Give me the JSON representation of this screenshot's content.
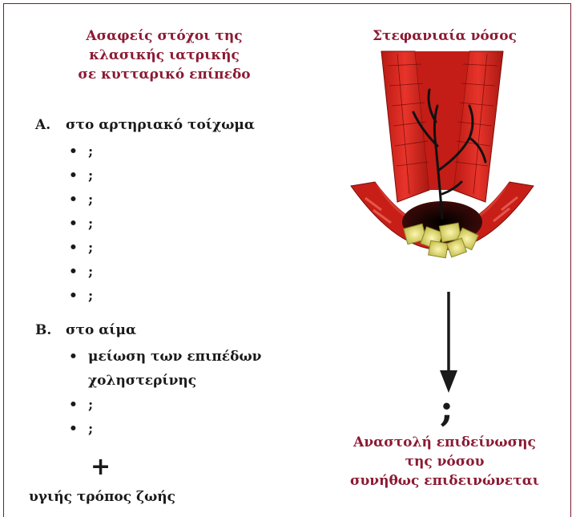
{
  "left_heading": {
    "line1": "Ασαφείς στόχοι της",
    "line2": "κλασικής ιατρικής",
    "line3": "σε κυτταρικό επίπεδο"
  },
  "right_heading": "Στεφανιαία νόσος",
  "section_a": {
    "letter": "Α.",
    "title": "στο αρτηριακό τοίχωμα",
    "bullets": [
      ";",
      ";",
      ";",
      ";",
      ";",
      ";",
      ";"
    ]
  },
  "section_b": {
    "letter": "Β.",
    "title": "στο αίμα",
    "bullets": [
      {
        "line1": "μείωση των επιπέδων",
        "line2": "χοληστερίνης"
      },
      {
        "line1": ";"
      },
      {
        "line1": ";"
      }
    ]
  },
  "bullet_symbol": "•",
  "plus": "+",
  "lifestyle": "υγιής τρόπος ζωής",
  "arrow_mark": ";",
  "outcome": {
    "line1": "Αναστολή επιδείνωσης",
    "line2": "της νόσου",
    "line3": "συνήθως επιδεινώνεται"
  },
  "colors": {
    "accent": "#8b1a33",
    "text": "#1a1a1a",
    "artery_red": "#d8261f",
    "plaque_yellow": "#e8e07a"
  }
}
